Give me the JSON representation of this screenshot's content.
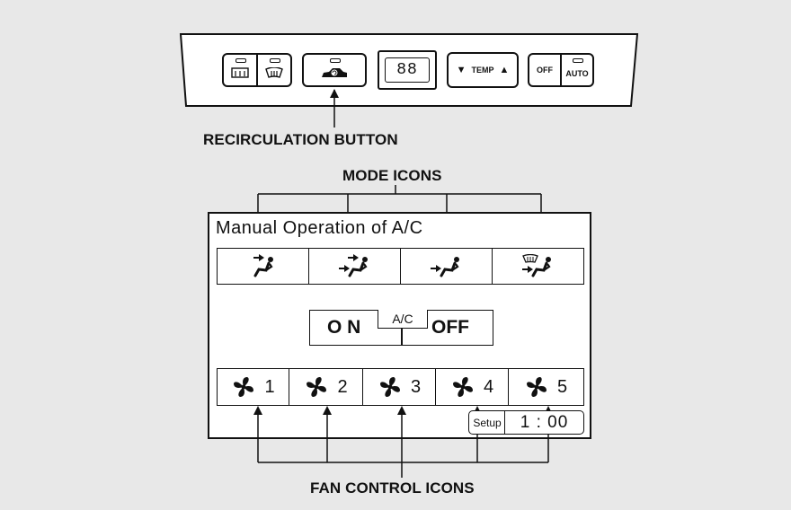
{
  "console": {
    "temp_label": "TEMP",
    "off_label": "OFF",
    "auto_label": "AUTO",
    "display_digits": "88"
  },
  "callouts": {
    "recirculation": "RECIRCULATION BUTTON",
    "mode_icons": "MODE ICONS",
    "fan_control_icons": "FAN CONTROL ICONS"
  },
  "screen": {
    "title": "Manual Operation of A/C",
    "mode_icons": [
      "vent-icon",
      "bilevel-icon",
      "floor-icon",
      "floor-defrost-icon"
    ],
    "ac": {
      "on_label": "O N",
      "tag": "A/C",
      "off_label": "OFF"
    },
    "fan_levels": [
      "1",
      "2",
      "3",
      "4",
      "5"
    ],
    "setup_label": "Setup",
    "clock": "1 : 00"
  }
}
